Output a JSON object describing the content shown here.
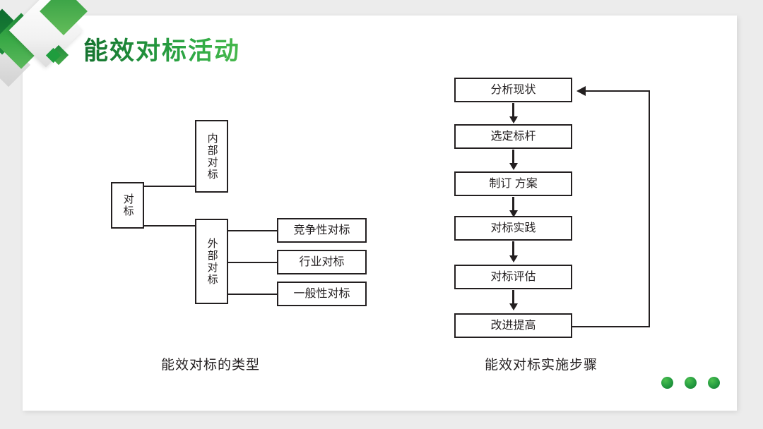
{
  "slide": {
    "title": "能效对标活动",
    "bullet_icon": "diamond-icon",
    "accent_color": "#1f8d3a",
    "background_color": "#ececec",
    "panel_color": "#ffffff",
    "line_color": "#231f20"
  },
  "left_diagram": {
    "caption": "能效对标的类型",
    "root": {
      "label": "对标"
    },
    "branches": [
      {
        "label": "内部对标",
        "children": []
      },
      {
        "label": "外部对标",
        "children": [
          {
            "label": "竞争性对标"
          },
          {
            "label": "行业对标"
          },
          {
            "label": "一般性对标"
          }
        ]
      }
    ]
  },
  "right_diagram": {
    "caption": "能效对标实施步骤",
    "steps": [
      {
        "label": "分析现状"
      },
      {
        "label": "选定标杆"
      },
      {
        "label": "制订  方案"
      },
      {
        "label": "对标实践"
      },
      {
        "label": "对标评估"
      },
      {
        "label": "改进提高"
      }
    ],
    "feedback_loop": {
      "from": "改进提高",
      "to": "分析现状"
    }
  },
  "footer": {
    "dots": [
      "dot-1",
      "dot-2",
      "dot-3"
    ]
  }
}
